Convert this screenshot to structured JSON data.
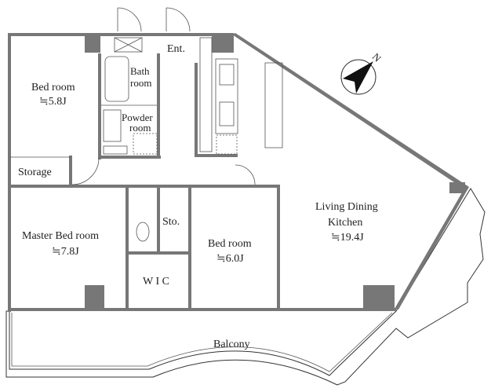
{
  "rooms": {
    "bedroom1": {
      "name": "Bed room",
      "size": "≒5.8J"
    },
    "bath": {
      "line1": "Bath",
      "line2": "room"
    },
    "powder": {
      "line1": "Powder",
      "line2": "room"
    },
    "entrance": "Ent.",
    "storage": "Storage",
    "master": {
      "name": "Master Bed room",
      "size": "≒7.8J"
    },
    "sto": "Sto.",
    "wic": "W I C",
    "bedroom2": {
      "name": "Bed room",
      "size": "≒6.0J"
    },
    "ldk": {
      "line1": "Living Dining",
      "line2": "Kitchen",
      "size": "≒19.4J"
    },
    "balcony": "Balcony"
  },
  "compass": {
    "label": "N"
  }
}
